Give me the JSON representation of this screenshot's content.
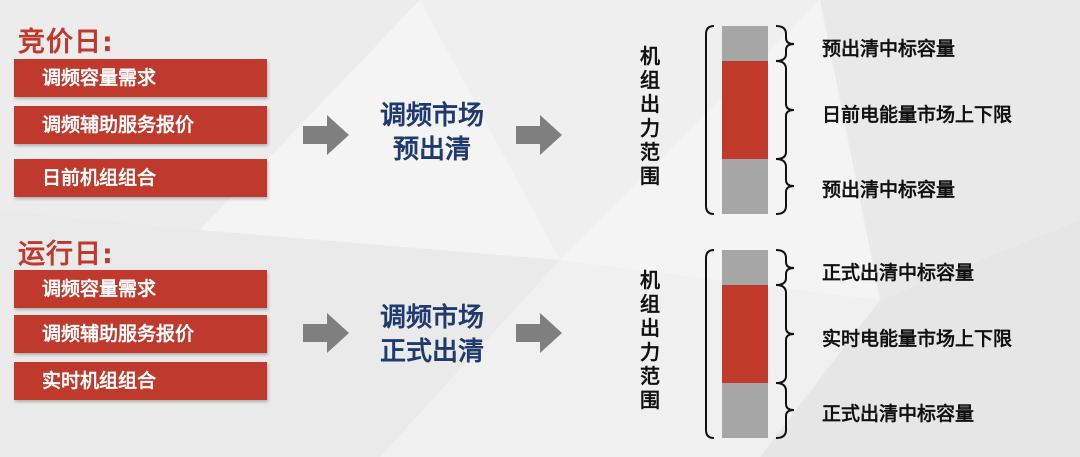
{
  "sections": [
    {
      "heading": "竞价日:",
      "inputs": [
        "调频容量需求",
        "调频辅助服务报价",
        "日前机组组合"
      ],
      "center": [
        "调频市场",
        "预出清"
      ],
      "vertical_label": [
        "机",
        "组",
        "出",
        "力",
        "范",
        "围"
      ],
      "right_labels": [
        "预出清中标容量",
        "日前电能量市场上下限",
        "预出清中标容量"
      ]
    },
    {
      "heading": "运行日:",
      "inputs": [
        "调频容量需求",
        "调频辅助服务报价",
        "实时机组组合"
      ],
      "center": [
        "调频市场",
        "正式出清"
      ],
      "vertical_label": [
        "机",
        "组",
        "出",
        "力",
        "范",
        "围"
      ],
      "right_labels": [
        "正式出清中标容量",
        "实时电能量市场上下限",
        "正式出清中标容量"
      ]
    }
  ],
  "colors": {
    "red": "#c0392b",
    "gray": "#a6a6a6",
    "navy": "#1f3a6e",
    "arrow": "#7f7f7f"
  }
}
